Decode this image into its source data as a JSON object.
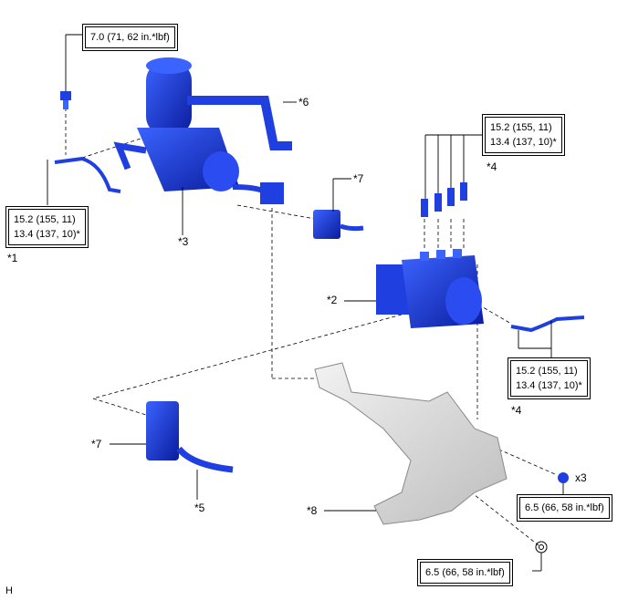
{
  "torque_specs": {
    "top_bolt": "7.0 (71, 62 in.*lbf)",
    "left_line_1": "15.2 (155, 11)",
    "left_line_2": "13.4 (137, 10)*",
    "upper_right_1": "15.2 (155, 11)",
    "upper_right_2": "13.4 (137, 10)*",
    "lower_right_1": "15.2 (155, 11)",
    "lower_right_2": "13.4 (137, 10)*",
    "bracket_bolt": "6.5 (66, 58 in.*lbf)",
    "bottom_nut": "6.5 (66, 58 in.*lbf)"
  },
  "callouts": {
    "c1": "*1",
    "c2": "*2",
    "c3": "*3",
    "c4_upper": "*4",
    "c4_lower": "*4",
    "c5": "*5",
    "c6": "*6",
    "c7_upper": "*7",
    "c7_lower": "*7",
    "c8": "*8",
    "quantity": "x3",
    "corner_code": "H"
  },
  "colors": {
    "part_blue": "#1f3fe0",
    "part_dark_blue": "#0a1c9c",
    "bracket_grey": "#d9d9d9",
    "line": "#000000"
  }
}
